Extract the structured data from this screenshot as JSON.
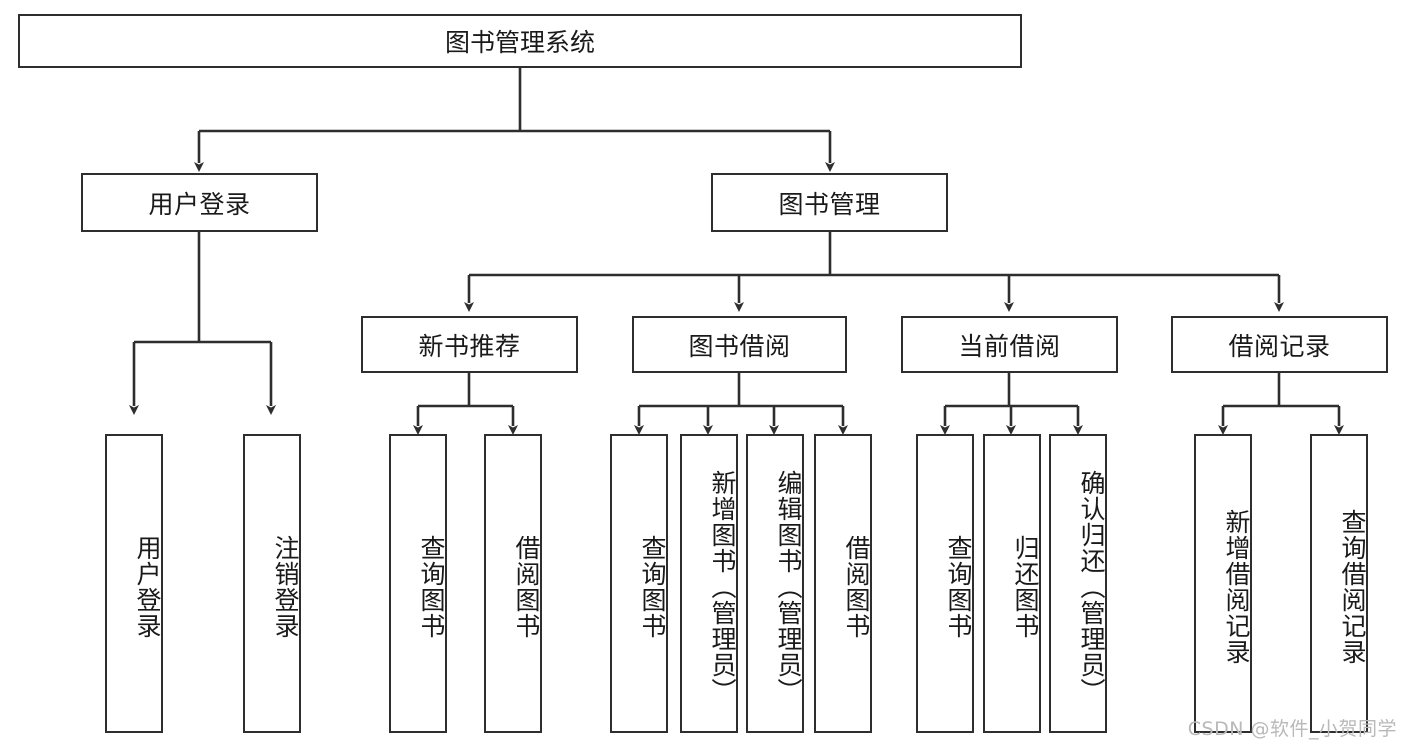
{
  "diagram": {
    "title": "图书管理系统",
    "watermark": "CSDN @软件_小贺同学",
    "colors": {
      "stroke": "#2e2e2e",
      "fill": "#ffffff",
      "text": "#1a1a1a",
      "watermark": "#b9b9b9"
    },
    "root": {
      "label": "图书管理系统"
    },
    "level2": [
      {
        "label": "用户登录"
      },
      {
        "label": "图书管理"
      }
    ],
    "level3": [
      {
        "label": "新书推荐"
      },
      {
        "label": "图书借阅"
      },
      {
        "label": "当前借阅"
      },
      {
        "label": "借阅记录"
      }
    ],
    "leaves": {
      "user_login": [
        {
          "label": "用户登录"
        },
        {
          "label": "注销登录"
        }
      ],
      "new_book_recommend": [
        {
          "label": "查询图书"
        },
        {
          "label": "借阅图书"
        }
      ],
      "book_borrow": [
        {
          "label": "查询图书"
        },
        {
          "label": "新增图书（管理员）"
        },
        {
          "label": "编辑图书（管理员）"
        },
        {
          "label": "借阅图书"
        }
      ],
      "current_borrow": [
        {
          "label": "查询图书"
        },
        {
          "label": "归还图书"
        },
        {
          "label": "确认归还（管理员）"
        }
      ],
      "borrow_records": [
        {
          "label": "新增借阅记录"
        },
        {
          "label": "查询借阅记录"
        }
      ]
    }
  }
}
